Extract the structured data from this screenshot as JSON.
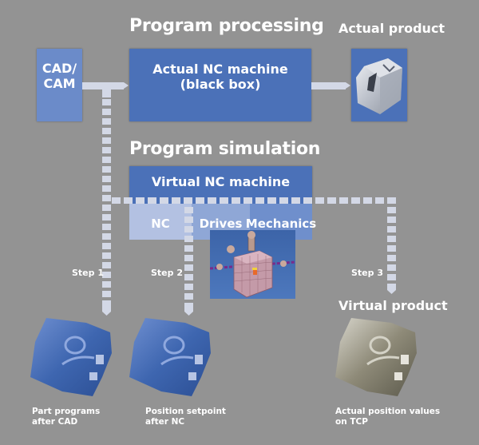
{
  "sections": {
    "processing_title": "Program processing",
    "simulation_title": "Program simulation",
    "actual_product_title": "Actual product",
    "virtual_product_title": "Virtual product"
  },
  "boxes": {
    "cad_cam": "CAD/\nCAM",
    "actual_nc": "Actual NC machine\n(black box)",
    "virtual_nc": "Virtual NC machine",
    "nc": "NC",
    "drives": "Drives",
    "mechanics": "Mechanics"
  },
  "steps": [
    {
      "label": "Step 1",
      "caption": "Part programs\nafter CAD",
      "part_color": "blue"
    },
    {
      "label": "Step 2",
      "caption": "Position setpoint\nafter NC",
      "part_color": "blue"
    },
    {
      "label": "Step 3",
      "caption": "Actual position values\non TCP",
      "part_color": "silver"
    }
  ],
  "colors": {
    "background": "#939393",
    "cad_box": "#6b8bc9",
    "main_box": "#4b71b8",
    "nc_cell": "#b3c1e2",
    "drives_cell": "#8fa7d6",
    "mechanics_cell": "#6f8fcc",
    "connector": "#d3d8e6"
  }
}
